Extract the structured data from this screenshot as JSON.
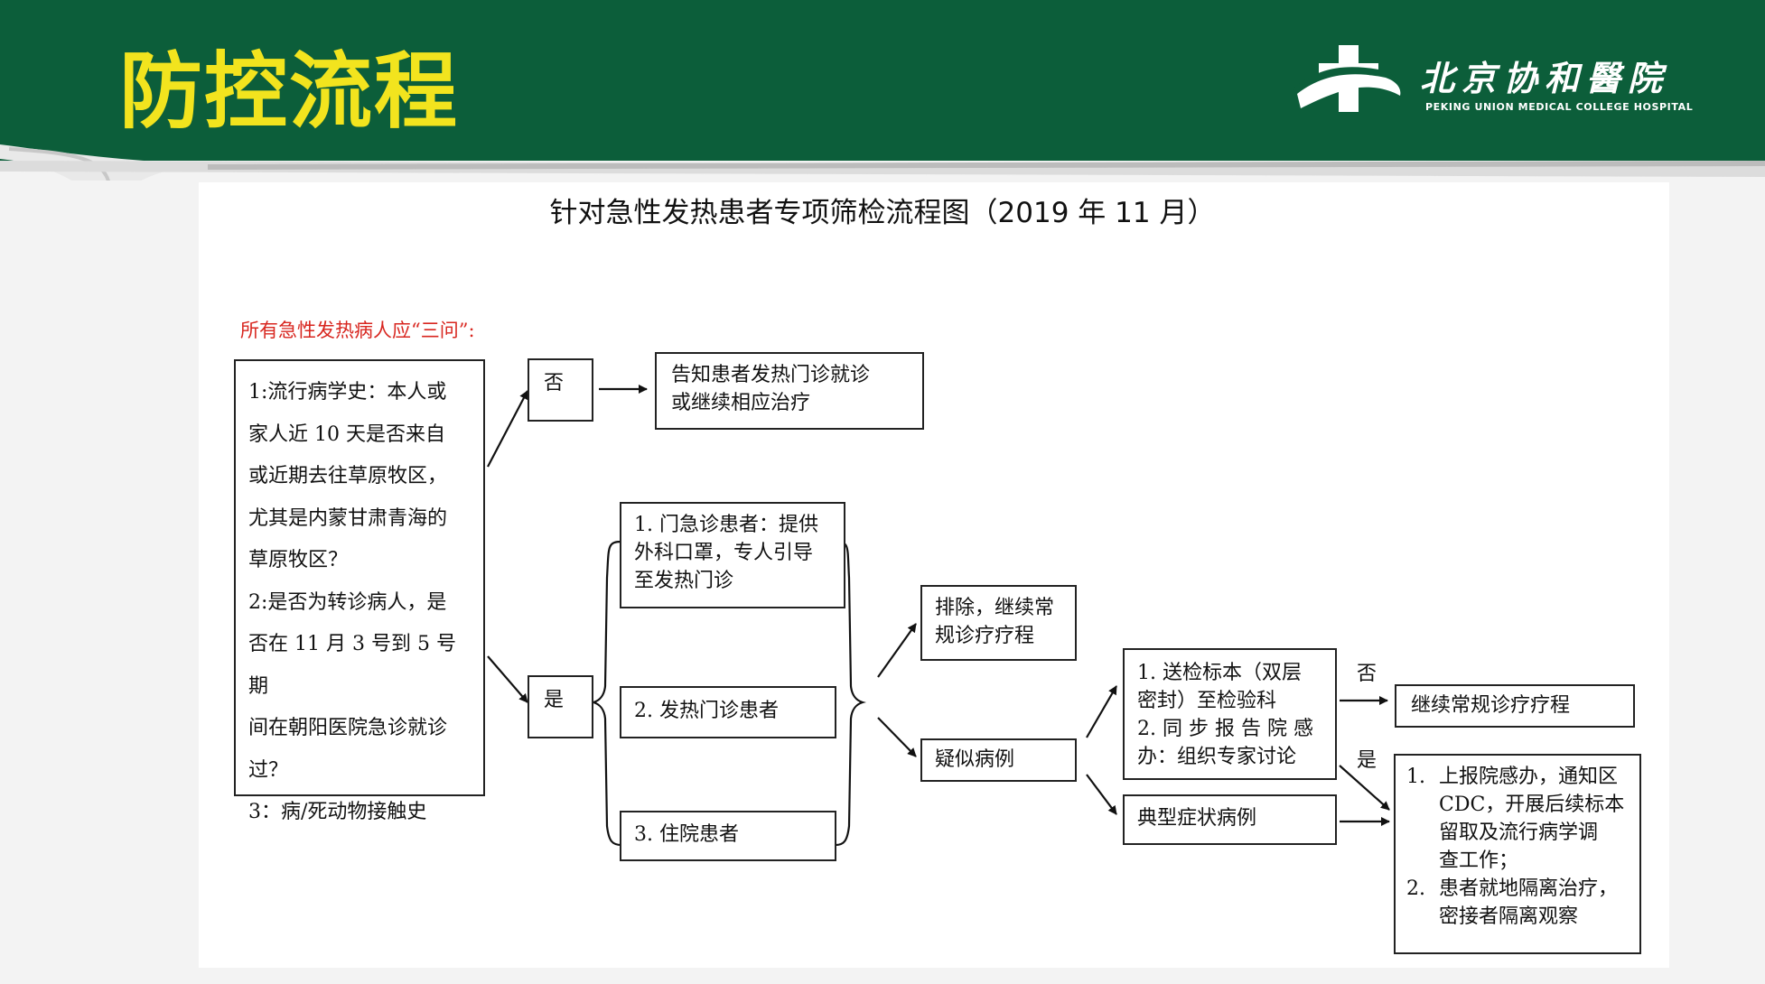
{
  "slide": {
    "title": "防控流程",
    "logo": {
      "name_cn": "北京协和醫院",
      "name_en": "PEKING UNION MEDICAL COLLEGE HOSPITAL"
    }
  },
  "colors": {
    "banner_green": "#0c5e3a",
    "title_yellow": "#f2e41e",
    "note_red": "#d8261f"
  },
  "flowchart": {
    "title": "针对急性发热患者专项筛检流程图（2019 年 11 月）",
    "note": "所有急性发热病人应“三问”:",
    "questions": [
      "1:流行病学史：本人或",
      "家人近 10 天是否来自",
      "或近期去往草原牧区，",
      "尤其是内蒙甘肃青海的",
      "草原牧区？",
      "2:是否为转诊病人，是",
      "否在 11 月 3 号到 5 号期",
      "间在朝阳医院急诊就诊",
      "过？",
      "3：病/死动物接触史"
    ],
    "answer_no": "否",
    "answer_yes": "是",
    "no_action": [
      "告知患者发热门诊就诊",
      "或继续相应治疗"
    ],
    "patient_groups": [
      [
        "1. 门急诊患者：提供",
        "外科口罩，专人引导",
        "至发热门诊"
      ],
      [
        "2. 发热门诊患者"
      ],
      [
        "3. 住院患者"
      ]
    ],
    "exclude": [
      "排除，继续常",
      "规诊疗疗程"
    ],
    "suspected": "疑似病例",
    "specimen_steps": [
      "1. 送检标本（双层",
      "密封）至检验科",
      "2. 同 步 报 告 院 感",
      "办：组织专家讨论"
    ],
    "typical": "典型症状病例",
    "branch_no": "否",
    "branch_yes": "是",
    "continue": "继续常规诊疗疗程",
    "report": {
      "items": [
        {
          "num": "1.",
          "lines": [
            "上报院感办，通知区",
            "CDC，开展后续标本",
            "留取及流行病学调",
            "查工作；"
          ]
        },
        {
          "num": "2.",
          "lines": [
            "患者就地隔离治疗，",
            "密接者隔离观察"
          ]
        }
      ]
    }
  }
}
